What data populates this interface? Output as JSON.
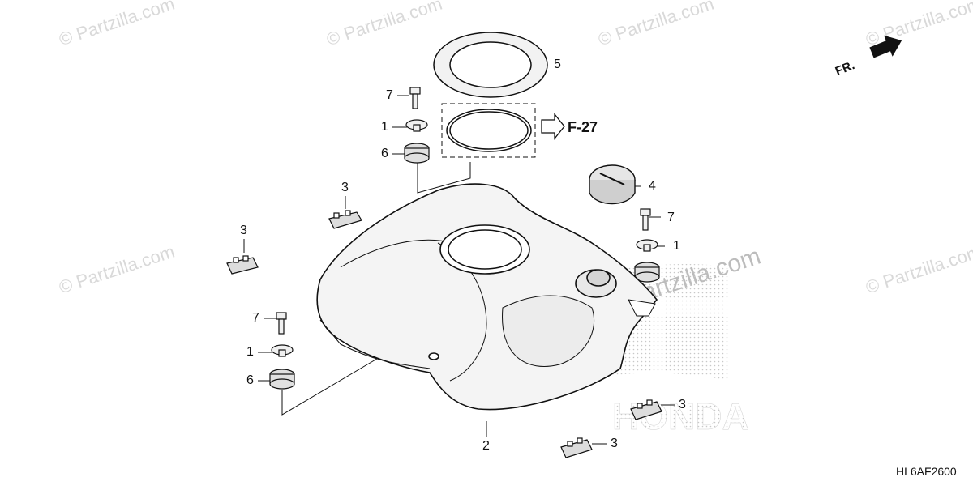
{
  "watermark": {
    "text": "© Partzilla.com",
    "featured_text": "© Partzilla.com"
  },
  "diagram": {
    "direction_label": "FR.",
    "reference": "F-27",
    "drawing_code": "HL6AF2600",
    "brand_watermark": "HONDA",
    "callouts": {
      "c5": "5",
      "c7_top": "7",
      "c1_top": "1",
      "c6_top": "6",
      "c3_top": "3",
      "c3_left": "3",
      "c4": "4",
      "c7_right": "7",
      "c1_right": "1",
      "c7_lower": "7",
      "c1_lower": "1",
      "c6_lower": "6",
      "c2": "2",
      "c3_right": "3",
      "c3_bottom": "3"
    }
  }
}
